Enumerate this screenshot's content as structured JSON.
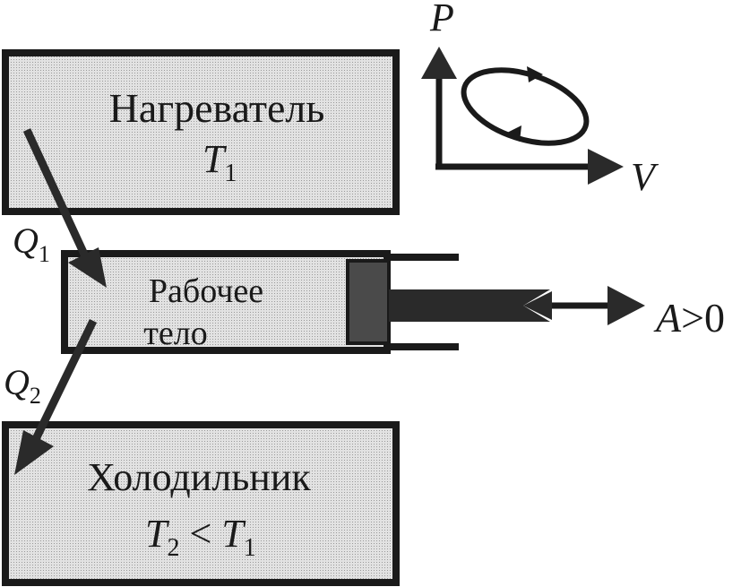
{
  "heater": {
    "title": "Нагреватель",
    "temp_symbol": "T",
    "temp_sub": "1"
  },
  "working_body": {
    "line1": "Рабочее",
    "line2": "тело"
  },
  "cooler": {
    "title": "Холодильник",
    "temp_symbol": "T",
    "temp_sub": "2",
    "relation": " < ",
    "temp2_symbol": "T",
    "temp2_sub": "1"
  },
  "heat_in": {
    "symbol": "Q",
    "sub": "1"
  },
  "heat_out": {
    "symbol": "Q",
    "sub": "2"
  },
  "work": {
    "symbol": "A",
    "relation": ">0"
  },
  "pv_axes": {
    "y_label": "P",
    "x_label": "V"
  },
  "colors": {
    "box_fill": "#d8d8d8",
    "stroke": "#1a1a1a",
    "piston_fill": "#4a4a4a",
    "background": "#ffffff"
  }
}
